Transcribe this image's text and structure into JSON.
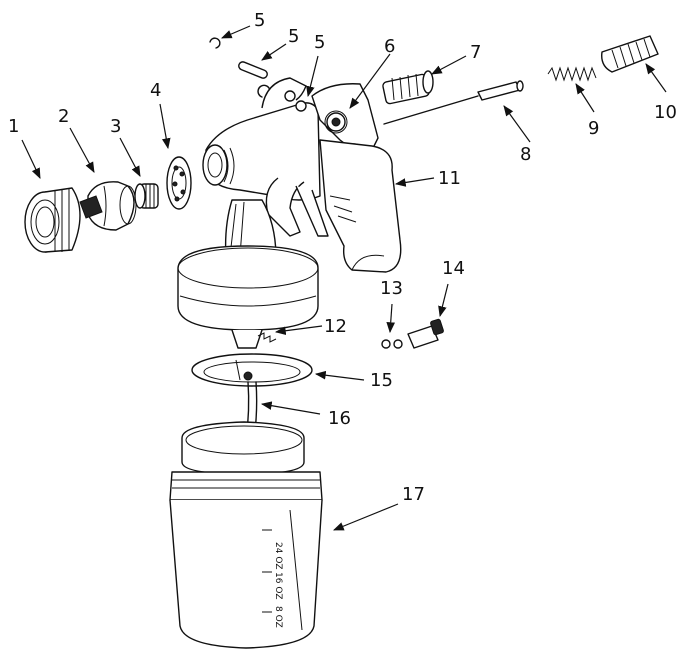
{
  "diagram": {
    "callouts": [
      {
        "id": "c1",
        "label": "1"
      },
      {
        "id": "c2",
        "label": "2"
      },
      {
        "id": "c3",
        "label": "3"
      },
      {
        "id": "c4",
        "label": "4"
      },
      {
        "id": "c5a",
        "label": "5"
      },
      {
        "id": "c5b",
        "label": "5"
      },
      {
        "id": "c5c",
        "label": "5"
      },
      {
        "id": "c6",
        "label": "6"
      },
      {
        "id": "c7",
        "label": "7"
      },
      {
        "id": "c8",
        "label": "8"
      },
      {
        "id": "c9",
        "label": "9"
      },
      {
        "id": "c10",
        "label": "10"
      },
      {
        "id": "c11",
        "label": "11"
      },
      {
        "id": "c12",
        "label": "12"
      },
      {
        "id": "c13",
        "label": "13"
      },
      {
        "id": "c14",
        "label": "14"
      },
      {
        "id": "c15",
        "label": "15"
      },
      {
        "id": "c16",
        "label": "16"
      },
      {
        "id": "c17",
        "label": "17"
      }
    ],
    "cup_marks": [
      "24 OZ",
      "16 OZ",
      "8 OZ"
    ]
  }
}
